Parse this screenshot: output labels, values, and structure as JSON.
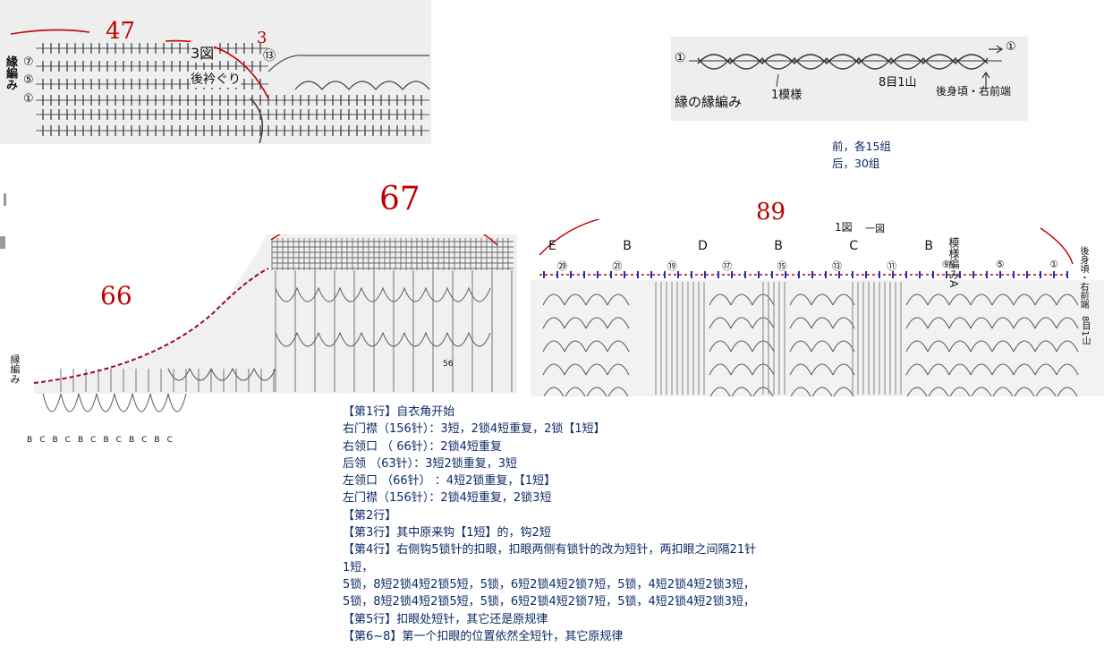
{
  "handwritten": {
    "n47": "47",
    "n3": "3",
    "n67": "67",
    "n66": "66",
    "n89": "89"
  },
  "chart_top_left": {
    "side_label": "緣編み",
    "title": "3図",
    "subtitle": "後衿ぐり",
    "row_marks": [
      "⑦",
      "⑤",
      "①"
    ],
    "start_mark": "⑬"
  },
  "chart_top_right": {
    "start_mark": "①",
    "end_mark": "①",
    "caption": "縁の縁編み",
    "pattern_label": "1模様",
    "mountain_label": "8目1山",
    "side_label": "後身頃・右前端"
  },
  "group_notes": {
    "front": "前，各15组",
    "back": "后，30组"
  },
  "chart_bottom_left": {
    "side_label": "縁編み",
    "marks": [
      "B",
      "C",
      "B",
      "C",
      "B",
      "C",
      "B",
      "C",
      "B",
      "C",
      "B",
      "C"
    ],
    "count": "56"
  },
  "chart_bottom_right": {
    "title": "一図",
    "top_label": "1図",
    "side_label": "模様編みA",
    "right_label": "後身頃・右前端",
    "mountain_label": "8目1山",
    "stitch_letters": [
      "E",
      "B",
      "D",
      "B",
      "C",
      "B"
    ],
    "circle_marks": [
      "㉙",
      "㉑",
      "⑲",
      "⑰",
      "⑮",
      "⑬",
      "⑪",
      "⑨",
      "⑤",
      "①"
    ]
  },
  "instructions": [
    "【第1行】自衣角开始",
    "右门襟（156针）：3短，2锁4短重复，2锁【1短】",
    "右领口 （ 66针）：2锁4短重复",
    "后领   （63针）：3短2锁重复，3短",
    "左领口 （66针） ：4短2锁重复，【1短】",
    "左门襟（156针）：2锁4短重复，2锁3短",
    "【第2行】",
    "【第3行】其中原来钩【1短】的，钩2短",
    "【第4行】右侧钩5锁针的扣眼，扣眼两侧有锁针的改为短针，两扣眼之间隔21针",
    "1短，",
    "5锁，8短2锁4短2锁5短，5锁，6短2锁4短2锁7短，5锁，4短2锁4短2锁3短，",
    "5锁，8短2锁4短2锁5短，5锁，6短2锁4短2锁7短，5锁，4短2锁4短2锁3短，",
    "【第5行】扣眼处短针，其它还是原规律",
    "【第6~8】第一个扣眼的位置依然全短针，其它原规律"
  ],
  "colors": {
    "ink": "#0d2a66",
    "marker_red": "#c00000",
    "stitch_blue": "#1d2fb0",
    "paper_gray": "#eeeeee"
  }
}
